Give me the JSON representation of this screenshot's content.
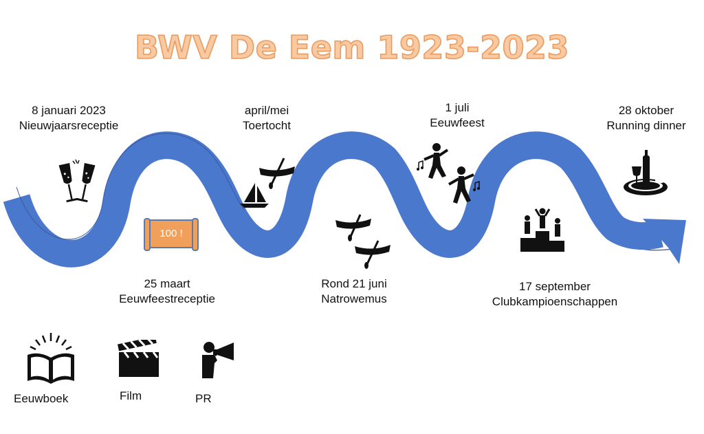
{
  "title": "BWV De Eem 1923-2023",
  "events": [
    {
      "date": "8 januari 2023",
      "name": "Nieuwjaarsreceptie",
      "icon": "champagne-glasses-icon"
    },
    {
      "date": "25 maart",
      "name": "Eeuwfeestreceptie",
      "icon": "scroll-banner-icon",
      "banner_text": "100 !"
    },
    {
      "date": "april/mei",
      "name": "Toertocht",
      "icon": "canoe-sailboat-icon"
    },
    {
      "date": "Rond 21 juni",
      "name": "Natrowemus",
      "icon": "canoes-icon"
    },
    {
      "date": "1 juli",
      "name": "Eeuwfeest",
      "icon": "dancers-icon"
    },
    {
      "date": "17 september",
      "name": "Clubkampioenschappen",
      "icon": "podium-icon"
    },
    {
      "date": "28 oktober",
      "name": "Running dinner",
      "icon": "dinner-plate-wine-icon"
    }
  ],
  "legend": [
    {
      "label": "Eeuwboek",
      "icon": "open-book-icon"
    },
    {
      "label": "Film",
      "icon": "clapperboard-icon"
    },
    {
      "label": "PR",
      "icon": "megaphone-person-icon"
    }
  ],
  "colors": {
    "wave": "#4a78cc",
    "wave_outline": "#3a5a9c",
    "title_fill": "#f9c9a1",
    "title_stroke": "#ec9a5c",
    "banner": "#f0a05a"
  }
}
